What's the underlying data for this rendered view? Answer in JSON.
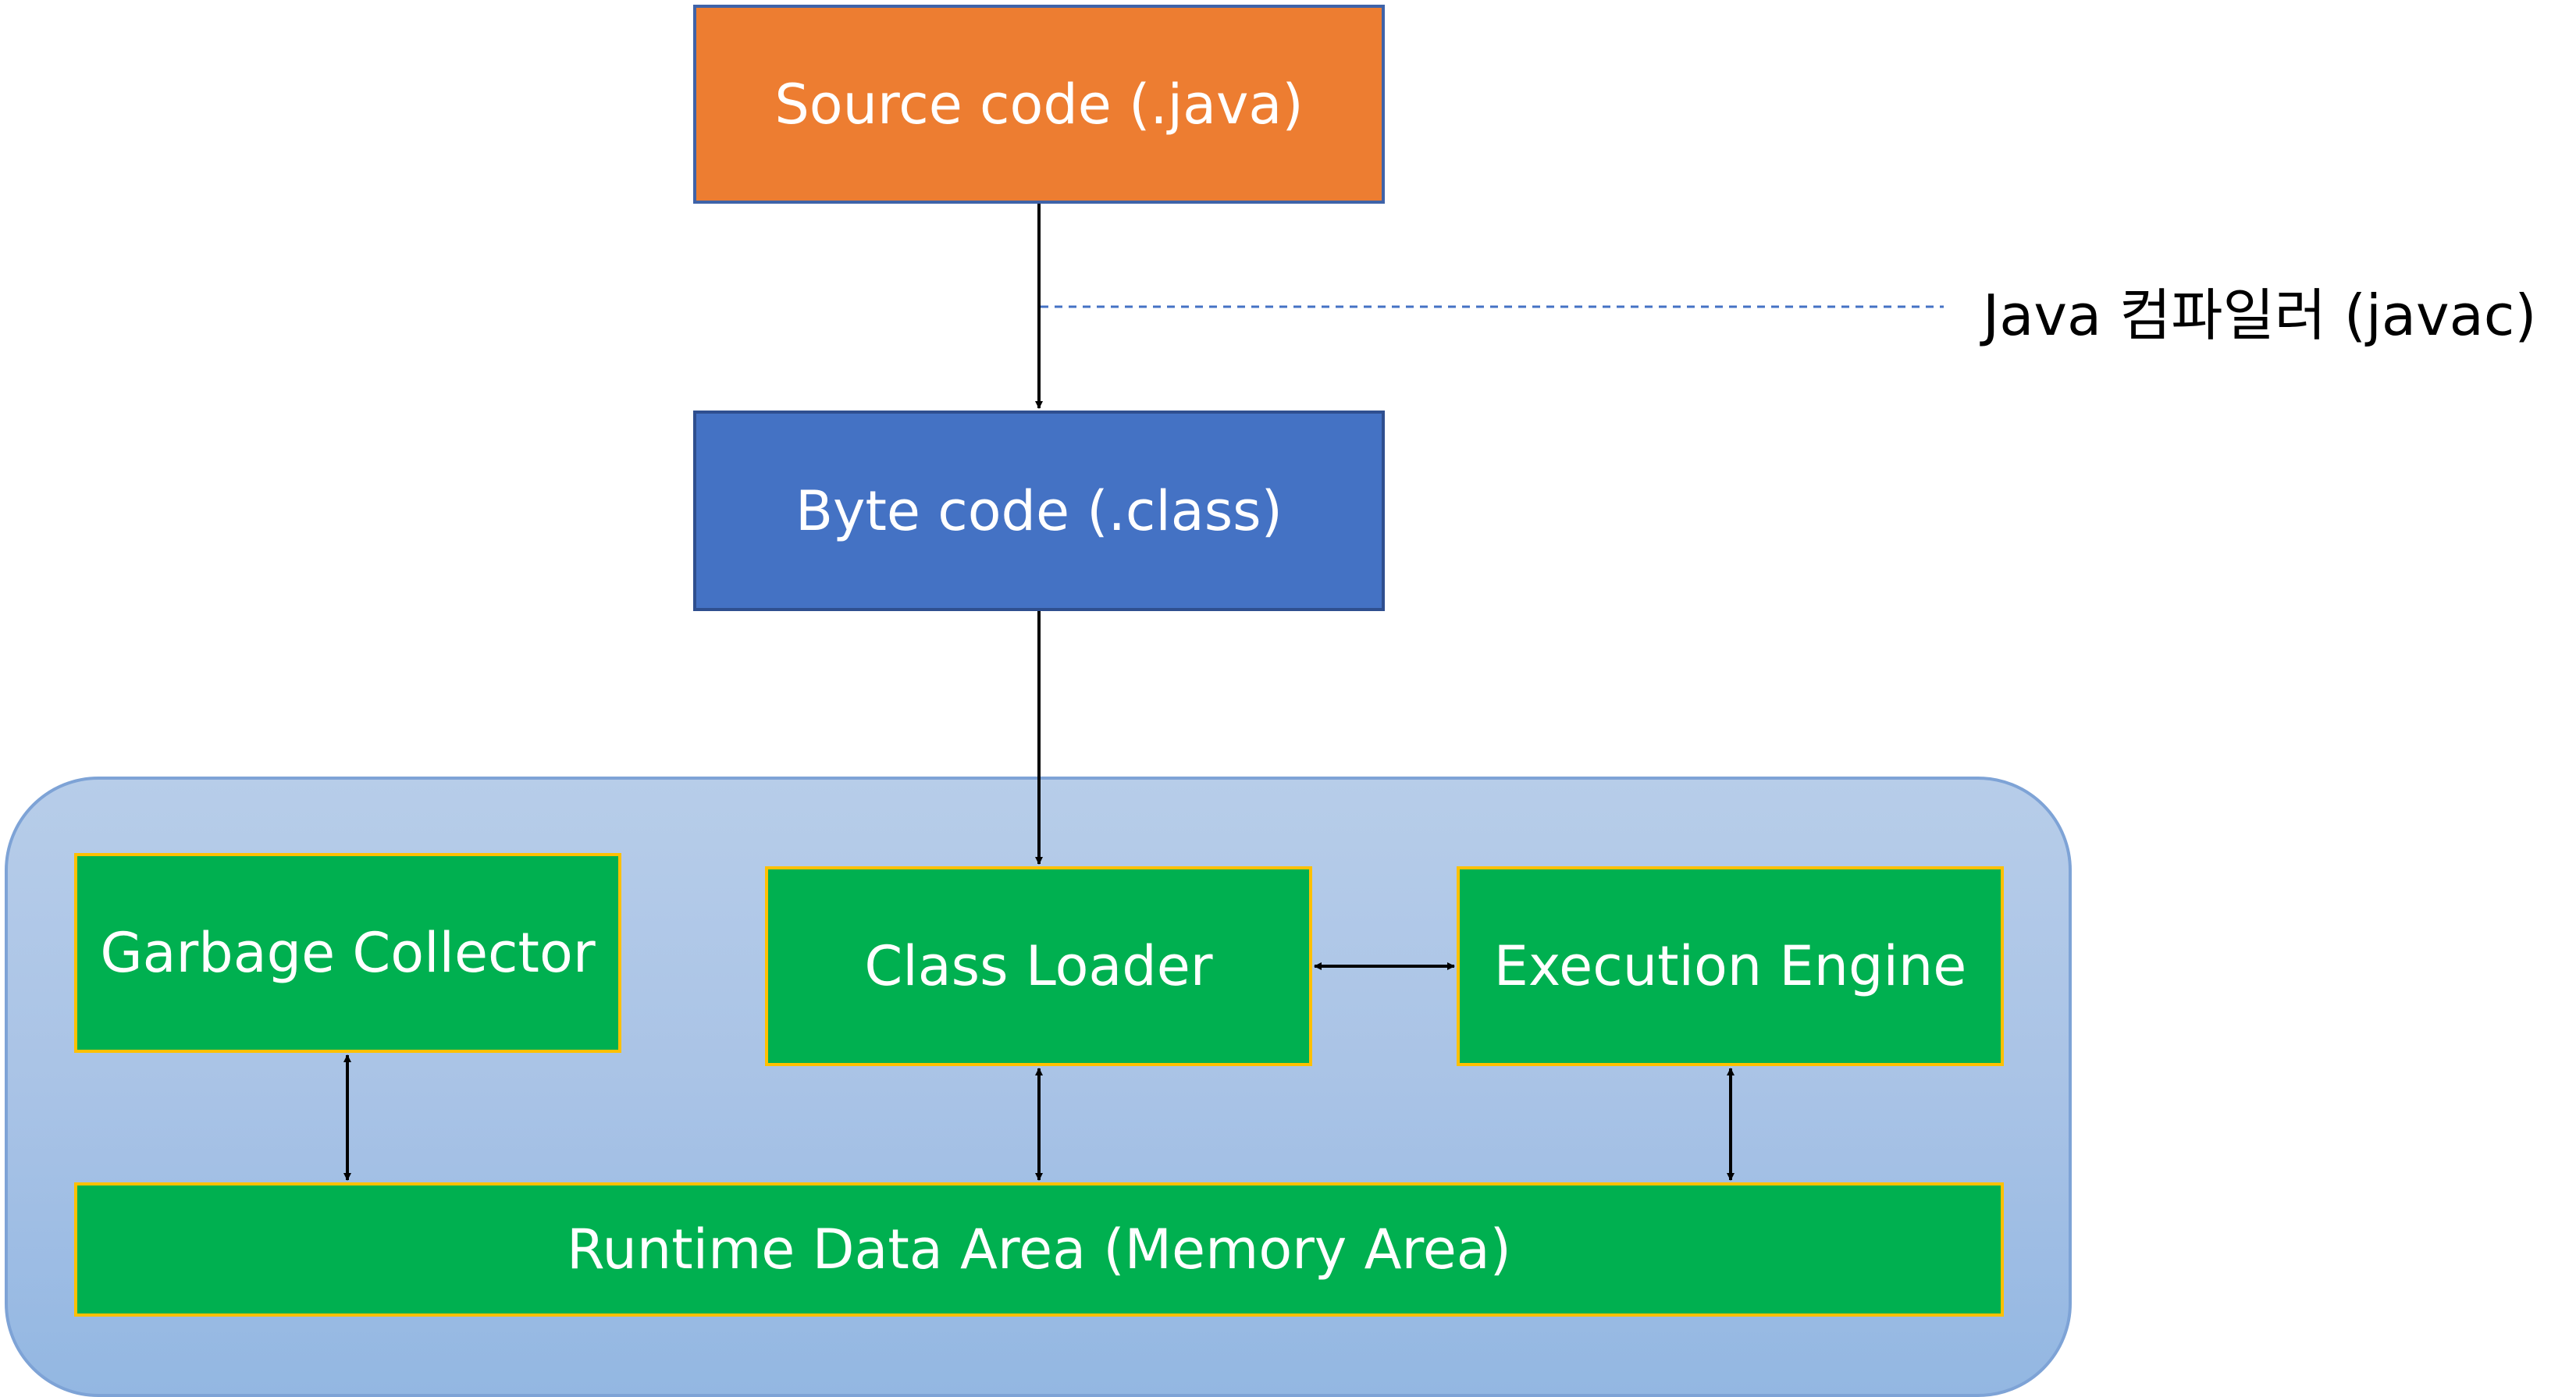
{
  "colors": {
    "source_fill": "#ed7d31",
    "bytecode_fill": "#4472c4",
    "component_fill": "#00b050",
    "component_border": "#ffc000",
    "container_fill": "#a9c3e6",
    "annotation_line": "#4472c4"
  },
  "nodes": {
    "source": "Source code (.java)",
    "bytecode": "Byte code (.class)",
    "garbage_collector": "Garbage Collector",
    "class_loader": "Class Loader",
    "execution_engine": "Execution Engine",
    "runtime_data_area": "Runtime Data Area (Memory Area)"
  },
  "annotation": {
    "compiler": "Java 컴파일러 (javac)"
  },
  "edges": [
    {
      "from": "source",
      "to": "bytecode",
      "direction": "forward"
    },
    {
      "from": "bytecode",
      "to": "class_loader",
      "direction": "forward"
    },
    {
      "from": "class_loader",
      "to": "execution_engine",
      "direction": "both"
    },
    {
      "from": "garbage_collector",
      "to": "runtime_data_area",
      "direction": "both"
    },
    {
      "from": "class_loader",
      "to": "runtime_data_area",
      "direction": "both"
    },
    {
      "from": "execution_engine",
      "to": "runtime_data_area",
      "direction": "both"
    }
  ]
}
